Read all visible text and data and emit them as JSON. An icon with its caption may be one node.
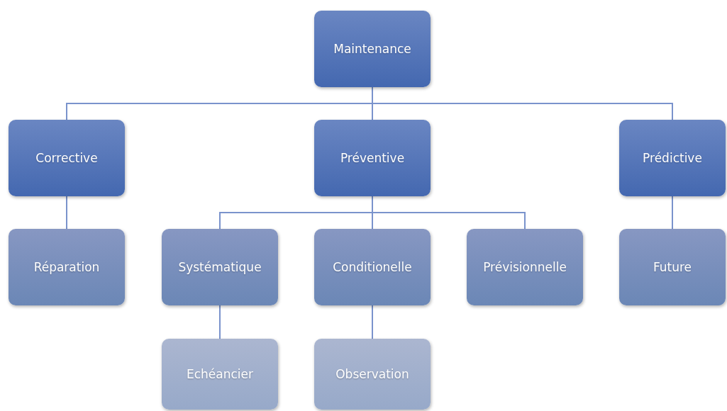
{
  "diagram": {
    "nodes": [
      {
        "text": [
          "Maintenance"
        ]
      },
      {
        "text": [
          "Corrective"
        ]
      },
      {
        "text": [
          "Préventive"
        ]
      },
      {
        "text": [
          "Prédictive"
        ]
      },
      {
        "text": [
          "Réparation"
        ]
      },
      {
        "text": [
          "Systématique"
        ]
      },
      {
        "text": [
          "Conditionelle"
        ]
      },
      {
        "text": [
          "Prévisionnelle"
        ]
      },
      {
        "text": [
          "Future"
        ]
      },
      {
        "text": [
          "Echéancier"
        ]
      },
      {
        "text": [
          "Observation"
        ]
      }
    ],
    "edges": [
      {
        "from": 0,
        "to": 1,
        "arrow": "none"
      },
      {
        "from": 0,
        "to": 2,
        "arrow": "none"
      },
      {
        "from": 0,
        "to": 3,
        "arrow": "none"
      },
      {
        "from": 1,
        "to": 4,
        "arrow": "none"
      },
      {
        "from": 2,
        "to": 5,
        "arrow": "none"
      },
      {
        "from": 2,
        "to": 6,
        "arrow": "none"
      },
      {
        "from": 2,
        "to": 7,
        "arrow": "none"
      },
      {
        "from": 3,
        "to": 8,
        "arrow": "none"
      },
      {
        "from": 5,
        "to": 9,
        "arrow": "none"
      },
      {
        "from": 6,
        "to": 10,
        "arrow": "none"
      }
    ]
  }
}
